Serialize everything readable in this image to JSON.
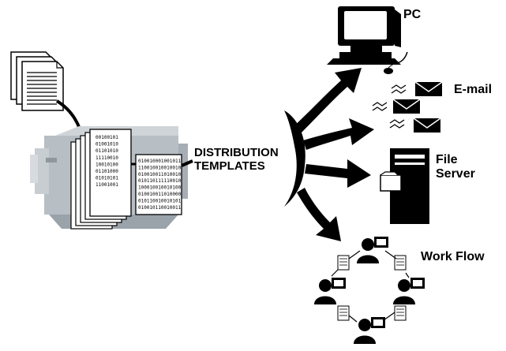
{
  "center": {
    "line1": "DISTRIBUTION",
    "line2": "TEMPLATES"
  },
  "destinations": {
    "pc": "PC",
    "email": "E-mail",
    "file_server_line1": "File",
    "file_server_line2": "Server",
    "work_flow": "Work Flow"
  },
  "binary_stack_front": [
    "00100101",
    "01001010",
    "01101010",
    "11110010",
    "10010100",
    "01101000",
    "01010101",
    "11001001"
  ],
  "binary_sheet_right": [
    "010010001001011",
    "110010010010010",
    "010010011010010",
    "010110111110010",
    "100010010010100",
    "010010011010000",
    "010110010010101",
    "010010110010011"
  ]
}
